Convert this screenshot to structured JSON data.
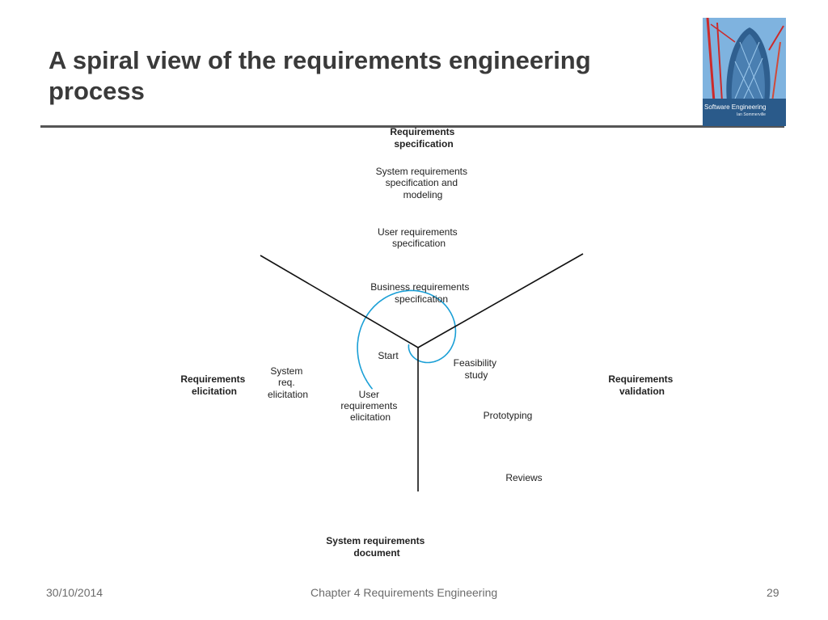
{
  "slide": {
    "title_line1": "A spiral view of the requirements engineering",
    "title_line2": "process"
  },
  "cover": {
    "title": "Software Engineering",
    "author": "Ian Sommerville"
  },
  "diagram": {
    "sectors": {
      "specification": [
        "Requirements",
        "specification"
      ],
      "elicitation": [
        "Requirements",
        "elicitation"
      ],
      "validation": [
        "Requirements",
        "validation"
      ]
    },
    "specification_labels": {
      "system": [
        "System requirements",
        "specification and",
        "modeling"
      ],
      "user": [
        "User requirements",
        "specification"
      ],
      "business": [
        "Business requirements",
        "specification"
      ]
    },
    "elicitation_labels": {
      "start": [
        "Start"
      ],
      "user": [
        "User",
        "requirements",
        "elicitation"
      ],
      "system": [
        "System",
        "req.",
        "elicitation"
      ]
    },
    "validation_labels": {
      "feasibility": [
        "Feasibility",
        "study"
      ],
      "prototyping": [
        "Prototyping"
      ],
      "reviews": [
        "Reviews"
      ]
    },
    "end_label": [
      "System requirements",
      "document"
    ],
    "colors": {
      "spiral": "#1a9fd6",
      "divider": "#111111",
      "text": "#222222"
    }
  },
  "footer": {
    "date": "30/10/2014",
    "chapter": "Chapter 4 Requirements Engineering",
    "page": "29"
  }
}
